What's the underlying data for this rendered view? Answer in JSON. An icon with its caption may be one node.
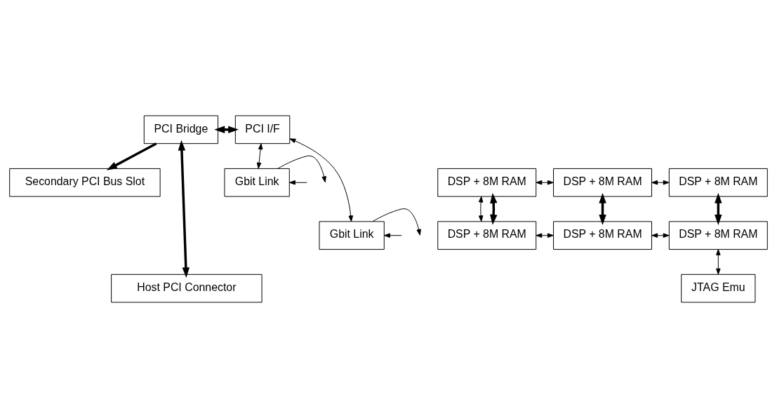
{
  "diagram": {
    "nodes": [
      {
        "text": [
          "Secondary PCI Bus Slot"
        ]
      },
      {
        "text": [
          "DSP + 8M RAM"
        ]
      },
      {
        "text": [
          "DSP + 8M RAM"
        ]
      },
      {
        "text": [
          "DSP + 8M RAM"
        ]
      },
      {
        "text": [
          "PCI Bridge"
        ]
      },
      {
        "text": [
          "PCI I/F"
        ]
      },
      {
        "text": [
          "Gbit Link"
        ]
      },
      {
        "text": [
          "DSP + 8M RAM"
        ]
      },
      {
        "text": [
          "DSP + 8M RAM"
        ]
      },
      {
        "text": [
          "DSP + 8M RAM"
        ]
      },
      {
        "text": [
          "Gbit Link"
        ]
      },
      {
        "text": [
          "JTAG Emu"
        ]
      },
      {
        "text": [
          "Host PCI Connector"
        ]
      }
    ],
    "edges": [
      {
        "from": 4,
        "to": 5,
        "arrow": "both",
        "style": "thick"
      },
      {
        "from": 4,
        "to": 0,
        "arrow": "to",
        "style": "thick"
      },
      {
        "from": 1,
        "to": 2,
        "arrow": "both"
      },
      {
        "from": 2,
        "to": 3,
        "arrow": "both"
      },
      {
        "from": 1,
        "to": 7,
        "arrow": "both"
      },
      {
        "from": 1,
        "to": 7,
        "arrow": "both",
        "style": "thick"
      },
      {
        "from": 2,
        "to": 8,
        "arrow": "both",
        "style": "thick"
      },
      {
        "from": 3,
        "to": 9,
        "arrow": "both",
        "style": "thick"
      },
      {
        "from": 5,
        "to": 6,
        "arrow": "both"
      },
      {
        "from": 5,
        "to": 10,
        "arrow": "both"
      },
      {
        "from": 6,
        "to": null,
        "arrow": "to"
      },
      {
        "from": null,
        "to": 6,
        "arrow": "to"
      },
      {
        "from": 10,
        "to": null,
        "arrow": "to"
      },
      {
        "from": null,
        "to": 10,
        "arrow": "to"
      },
      {
        "from": 7,
        "to": 8,
        "arrow": "both"
      },
      {
        "from": 8,
        "to": 9,
        "arrow": "both"
      },
      {
        "from": 9,
        "to": 11,
        "arrow": "both"
      },
      {
        "from": 4,
        "to": 12,
        "arrow": "both",
        "style": "thick"
      }
    ]
  }
}
